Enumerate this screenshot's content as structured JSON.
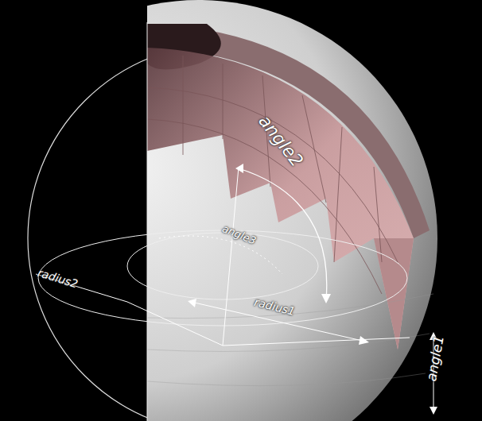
{
  "diagram": {
    "labels": [
      "radius2",
      "angle3",
      "angle2",
      "radius1",
      "angle1"
    ]
  }
}
